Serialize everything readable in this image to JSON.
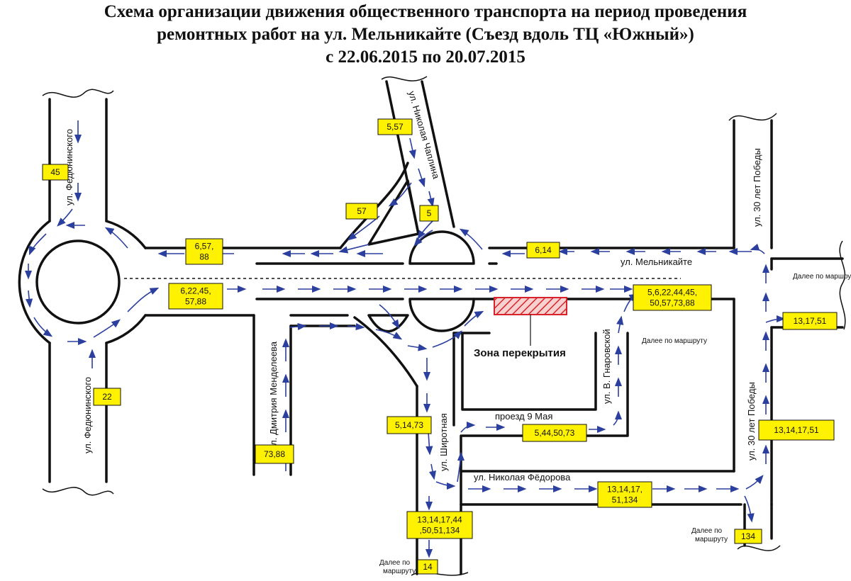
{
  "title": {
    "line1": "Схема организации движения общественного транспорта на период проведения",
    "line2": "ремонтных работ на ул. Мельникайте (Съезд вдоль ТЦ «Южный»)",
    "line3": "с 22.06.2015 по 20.07.2015"
  },
  "streets": {
    "fedyuninskogo_top": "ул. Федюнинского",
    "fedyuninskogo_bottom": "ул. Федюнинского",
    "chaplina": "ул. Николая Чаплина",
    "pobedy_top": "ул. 30 лет Победы",
    "pobedy_bottom": "ул. 30 лет Победы",
    "melnikaite": "ул. Мельникайте",
    "mendeleeva": "ул. Дмитрия Менделеева",
    "shirotnaya": "ул. Широтная",
    "gnarovskoy": "ул. В. Гнаровской",
    "proezd": "проезд 9 Мая",
    "fedorova": "ул. Николая Фёдорова"
  },
  "zone_label": "Зона перекрытия",
  "notes": {
    "further_right": "Далее по маршруту",
    "further_right_2": "Далее по маршруту",
    "further_bottom_right_1": "Далее по",
    "further_bottom_right_2": "маршруту",
    "further_bottom_1": "Далее по",
    "further_bottom_2": "маршруту",
    "further_mid": "Далее по маршруту"
  },
  "route_boxes": {
    "r45": [
      "45"
    ],
    "r557": [
      "5,57"
    ],
    "r57": [
      "57"
    ],
    "r5": [
      "5"
    ],
    "r65788": [
      "6,57,",
      "88"
    ],
    "r614": [
      "6,14"
    ],
    "r622": [
      "6,22,45,",
      "57,88"
    ],
    "r56all": [
      "5,6,22,44,45,",
      "50,57,73,88"
    ],
    "r131751": [
      "13,17,51"
    ],
    "r22": [
      "22"
    ],
    "r7388": [
      "73,88"
    ],
    "r51473": [
      "5,14,73"
    ],
    "r544": [
      "5,44,50,73"
    ],
    "r13141751": [
      "13,14,17,51"
    ],
    "r131417b": [
      "13,14,17,",
      "51,134"
    ],
    "r131417c": [
      "13,14,17,44",
      ",50,51,134"
    ],
    "r14": [
      "14"
    ],
    "r134": [
      "134"
    ]
  },
  "colors": {
    "road": "#111111",
    "arrow": "#2b3f9e",
    "box_fill": "#fff200",
    "zone": "#d9232a"
  }
}
